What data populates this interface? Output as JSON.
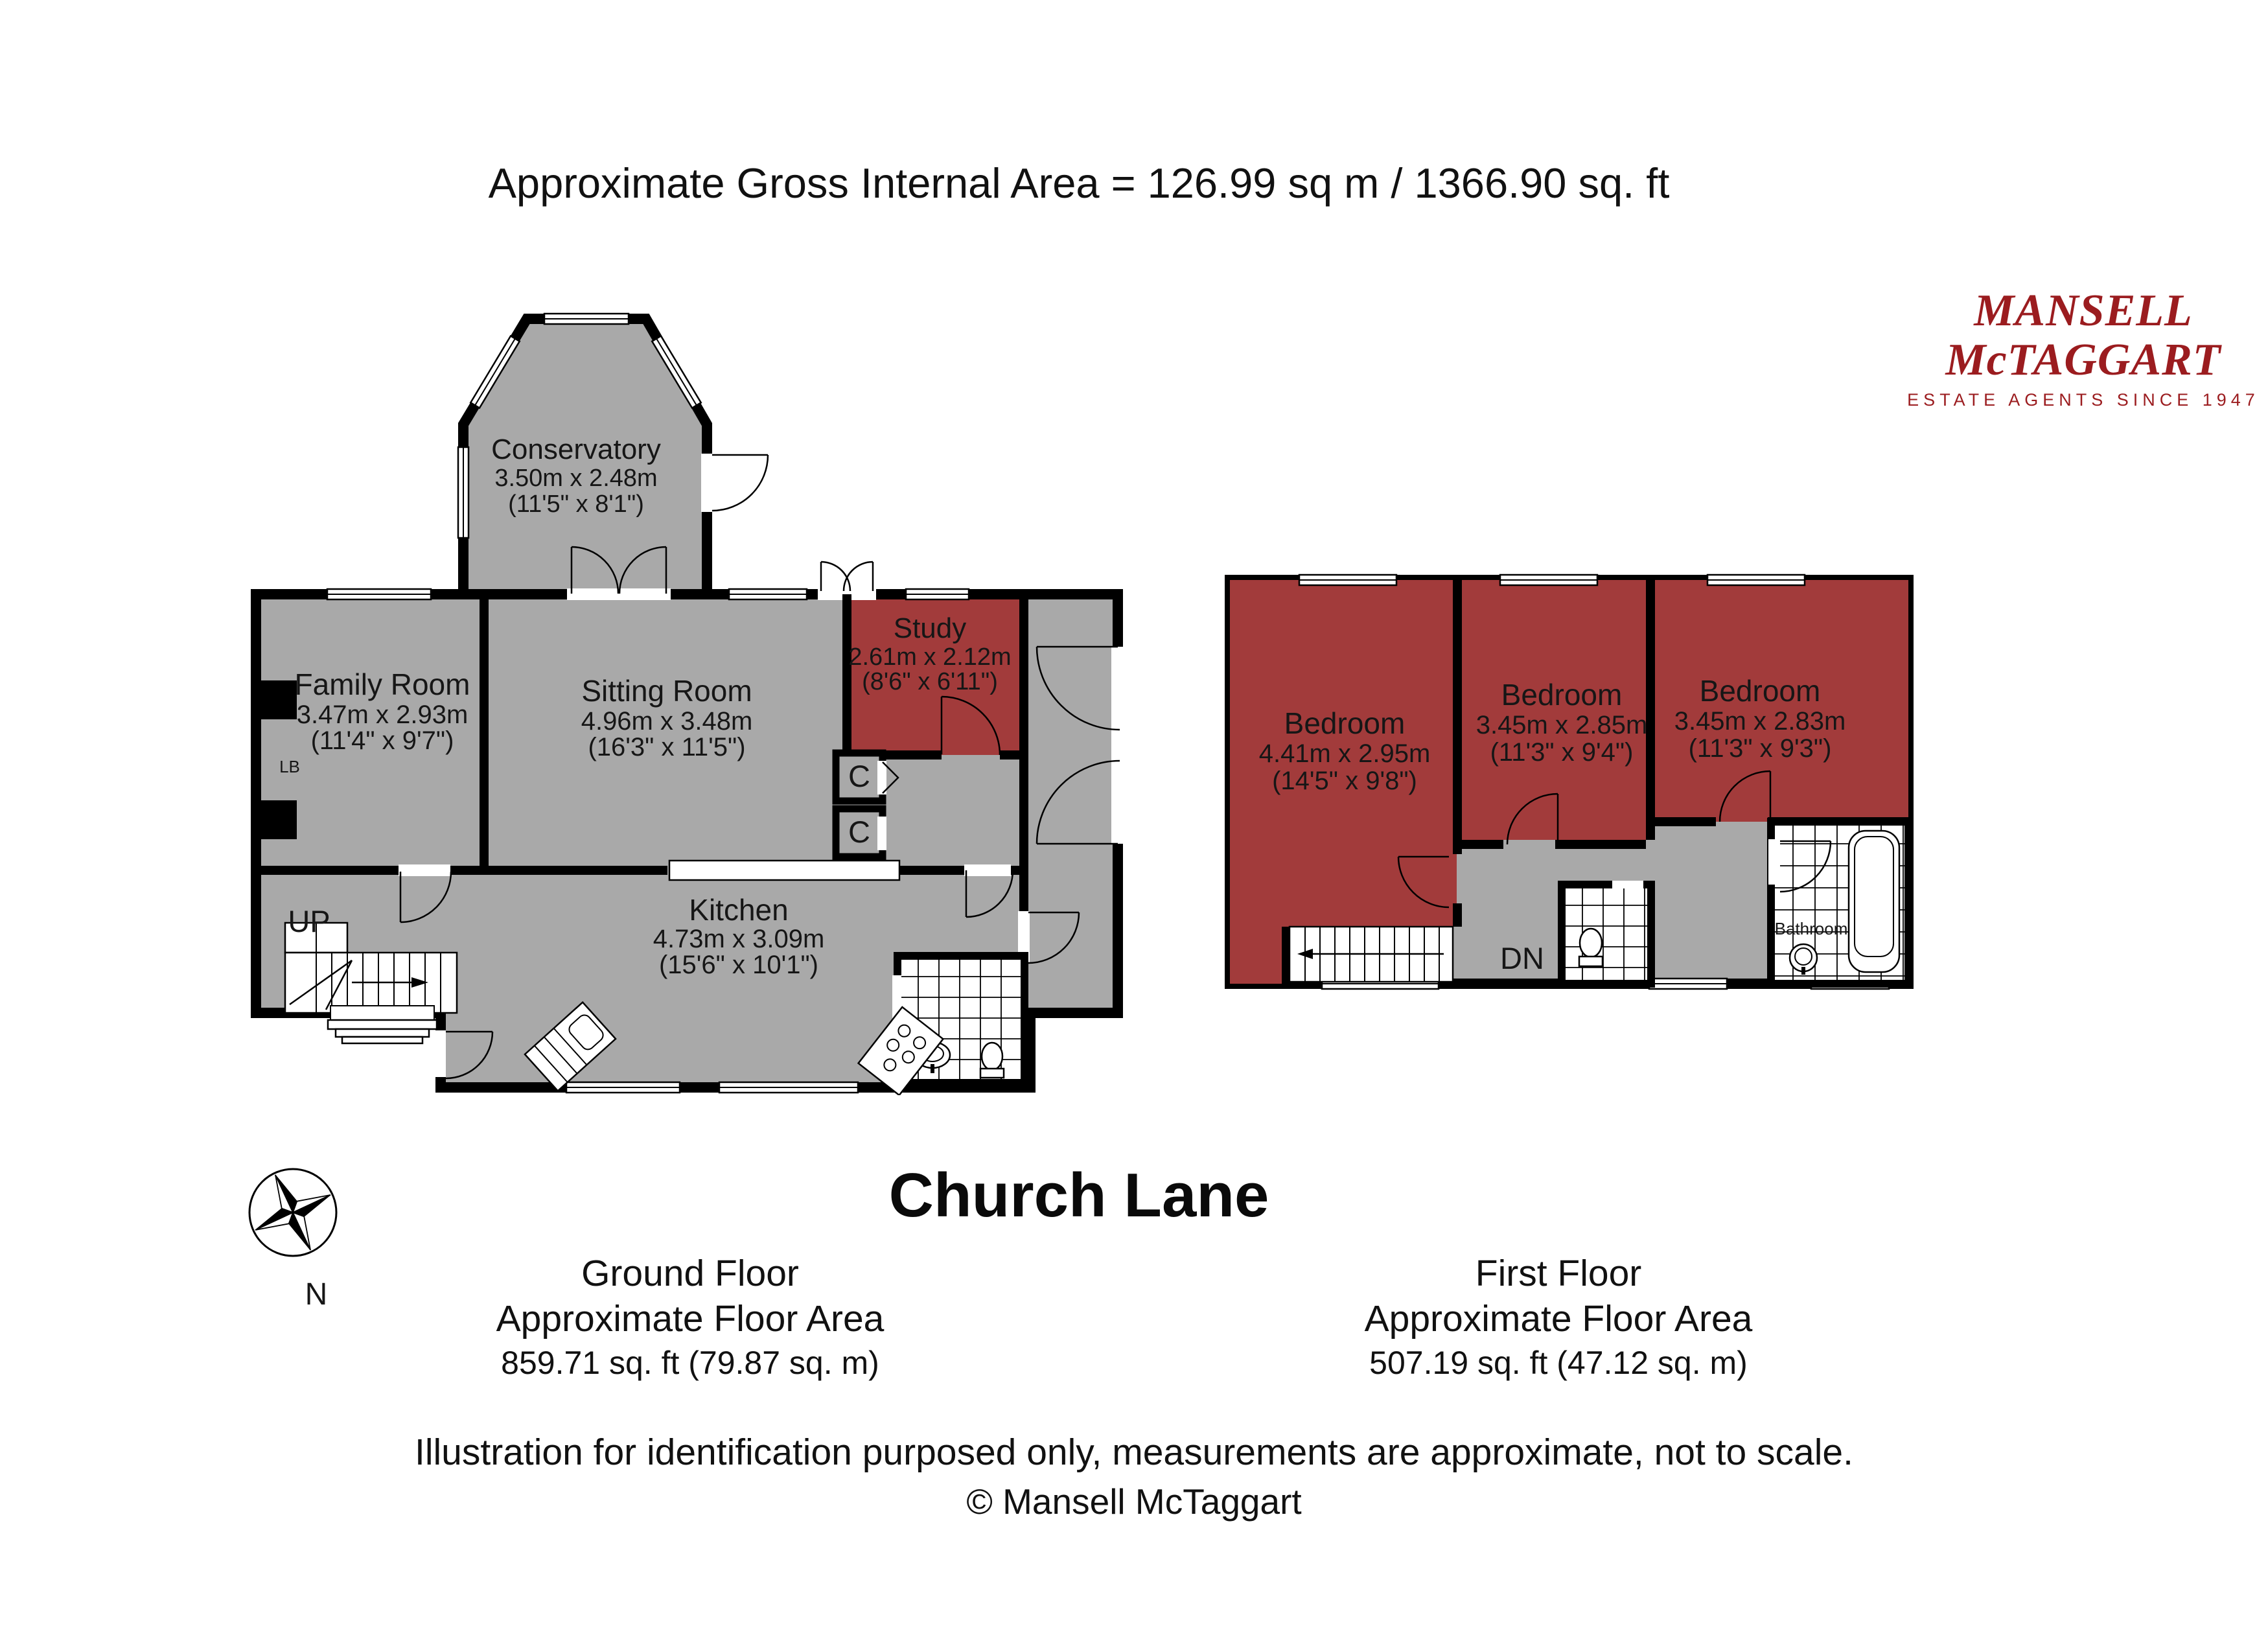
{
  "header": {
    "title": "Approximate Gross Internal Area = 126.99 sq m / 1366.90 sq. ft"
  },
  "logo": {
    "line1": "MANSELL",
    "line2": "McTAGGART",
    "tagline": "ESTATE AGENTS SINCE 1947",
    "brand_color": "#9b1c1f"
  },
  "property": {
    "name": "Church Lane"
  },
  "compass": {
    "label": "N"
  },
  "colors": {
    "wall": "#000000",
    "room_gray": "#a9a9a9",
    "room_maroon": "#a23b3b",
    "logo_red": "#9b1c1f"
  },
  "ground_floor": {
    "rooms": [
      {
        "name": "Conservatory",
        "dims_m": "3.50m x 2.48m",
        "dims_ft": "(11'5\" x 8'1\")"
      },
      {
        "name": "Family Room",
        "dims_m": "3.47m x 2.93m",
        "dims_ft": "(11'4\" x 9'7\")"
      },
      {
        "name": "Sitting Room",
        "dims_m": "4.96m x 3.48m",
        "dims_ft": "(16'3\" x 11'5\")"
      },
      {
        "name": "Study",
        "dims_m": "2.61m x 2.12m",
        "dims_ft": "(8'6\" x 6'11\")"
      },
      {
        "name": "Kitchen",
        "dims_m": "4.73m x 3.09m",
        "dims_ft": "(15'6\" x 10'1\")"
      }
    ],
    "labels": {
      "up": "UP",
      "lb": "LB",
      "closet1": "C",
      "closet2": "C"
    },
    "caption": {
      "title": "Ground Floor",
      "subtitle": "Approximate Floor Area",
      "area": "859.71 sq. ft (79.87 sq. m)"
    }
  },
  "first_floor": {
    "rooms": [
      {
        "name": "Bedroom",
        "dims_m": "4.41m x 2.95m",
        "dims_ft": "(14'5\" x 9'8\")"
      },
      {
        "name": "Bedroom",
        "dims_m": "3.45m x 2.85m",
        "dims_ft": "(11'3\" x 9'4\")"
      },
      {
        "name": "Bedroom",
        "dims_m": "3.45m x 2.83m",
        "dims_ft": "(11'3\" x 9'3\")"
      },
      {
        "name": "Bathroom"
      }
    ],
    "labels": {
      "dn": "DN"
    },
    "caption": {
      "title": "First Floor",
      "subtitle": "Approximate Floor Area",
      "area": "507.19 sq. ft (47.12 sq. m)"
    }
  },
  "footer": {
    "disclaimer": "Illustration for identification purposed only, measurements are approximate, not to scale.",
    "copyright": "© Mansell McTaggart"
  }
}
